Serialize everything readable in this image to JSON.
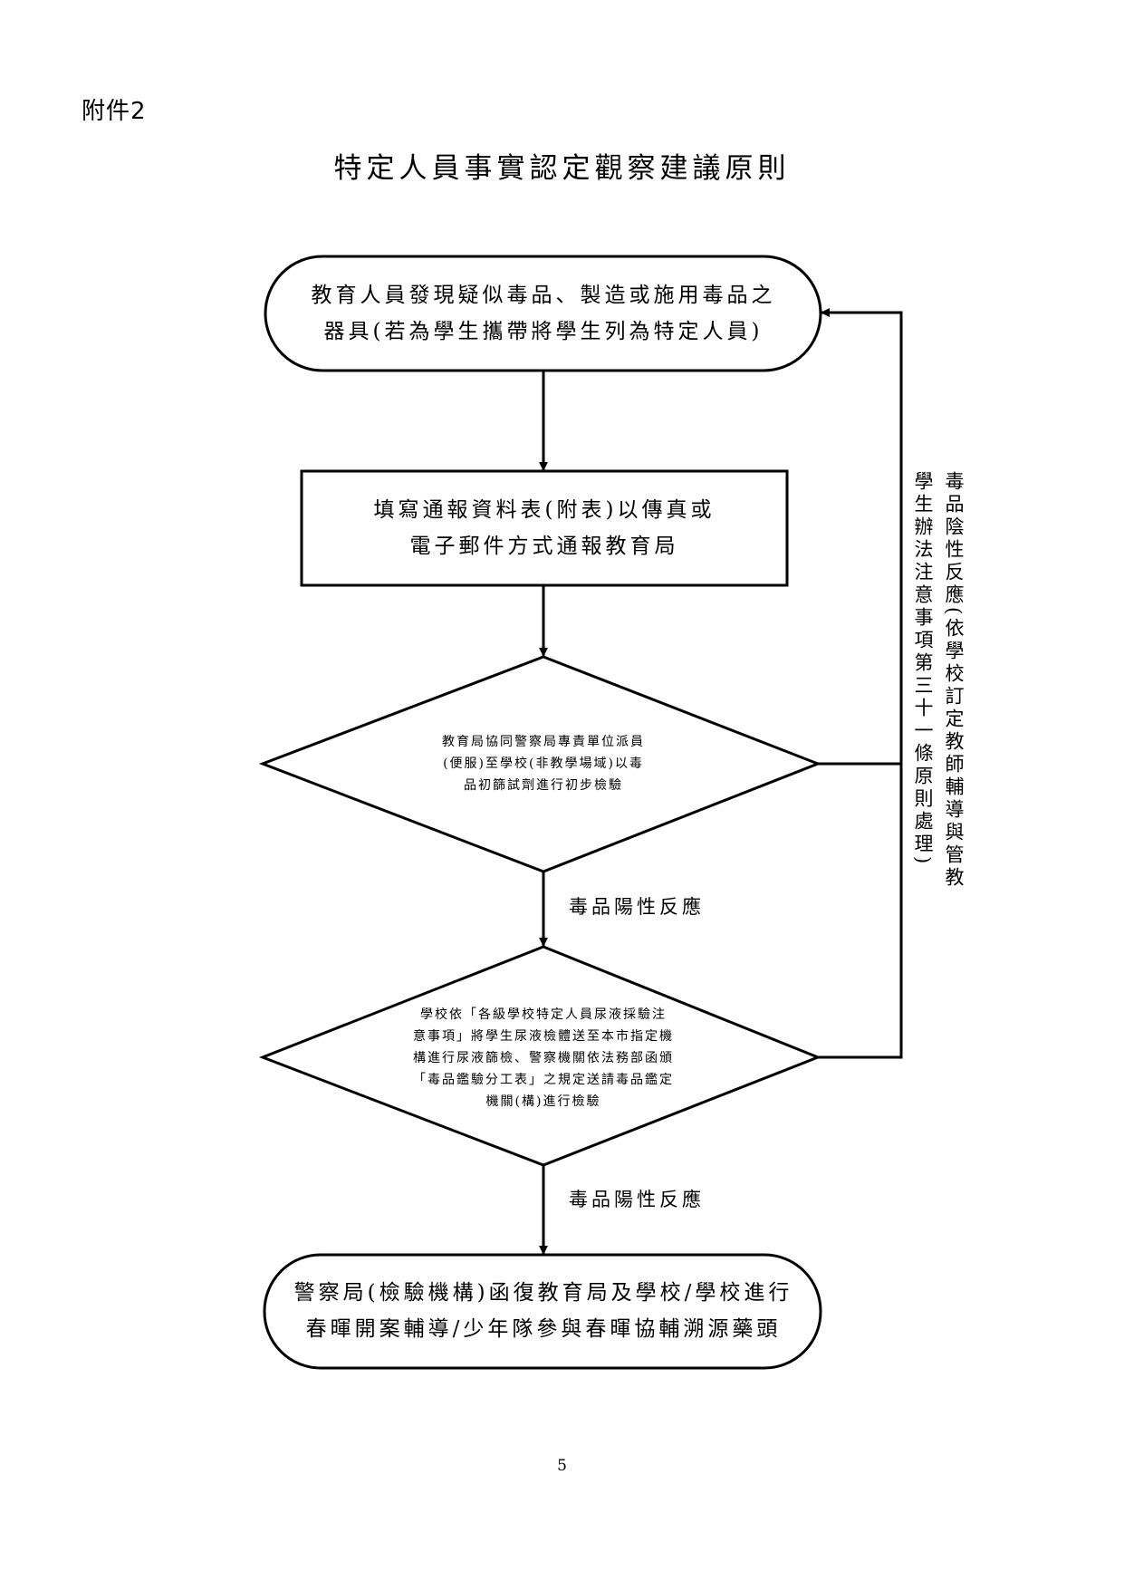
{
  "header": {
    "attachment": "附件2",
    "title": "特定人員事實認定觀察建議原則"
  },
  "nodes": {
    "start": "教育人員發現疑似毒品、製造或施用毒品之\n器具(若為學生攜帶將學生列為特定人員)",
    "report": "填寫通報資料表(附表)以傳真或\n電子郵件方式通報教育局",
    "decision1": "教育局協同警察局專責單位派員\n(便服)至學校(非教學場域)以毒\n品初篩試劑進行初步檢驗",
    "decision2": "學校依「各級學校特定人員尿液採驗注\n意事項」將學生尿液檢體送至本市指定機\n構進行尿液篩檢、警察機關依法務部函頒\n「毒品鑑驗分工表」之規定送請毒品鑑定\n機關(構)進行檢驗",
    "end": "警察局(檢驗機構)函復教育局及學校/學校進行\n春暉開案輔導/少年隊參與春暉協輔溯源藥頭"
  },
  "edges": {
    "positive1": "毒品陽性反應",
    "positive2": "毒品陽性反應",
    "negative_col1": "毒品陰性反應(依學校訂定教師輔導與管教",
    "negative_col2": "學生辦法注意事項第三十一條原則處理)"
  },
  "footer": {
    "page_number": "5"
  }
}
